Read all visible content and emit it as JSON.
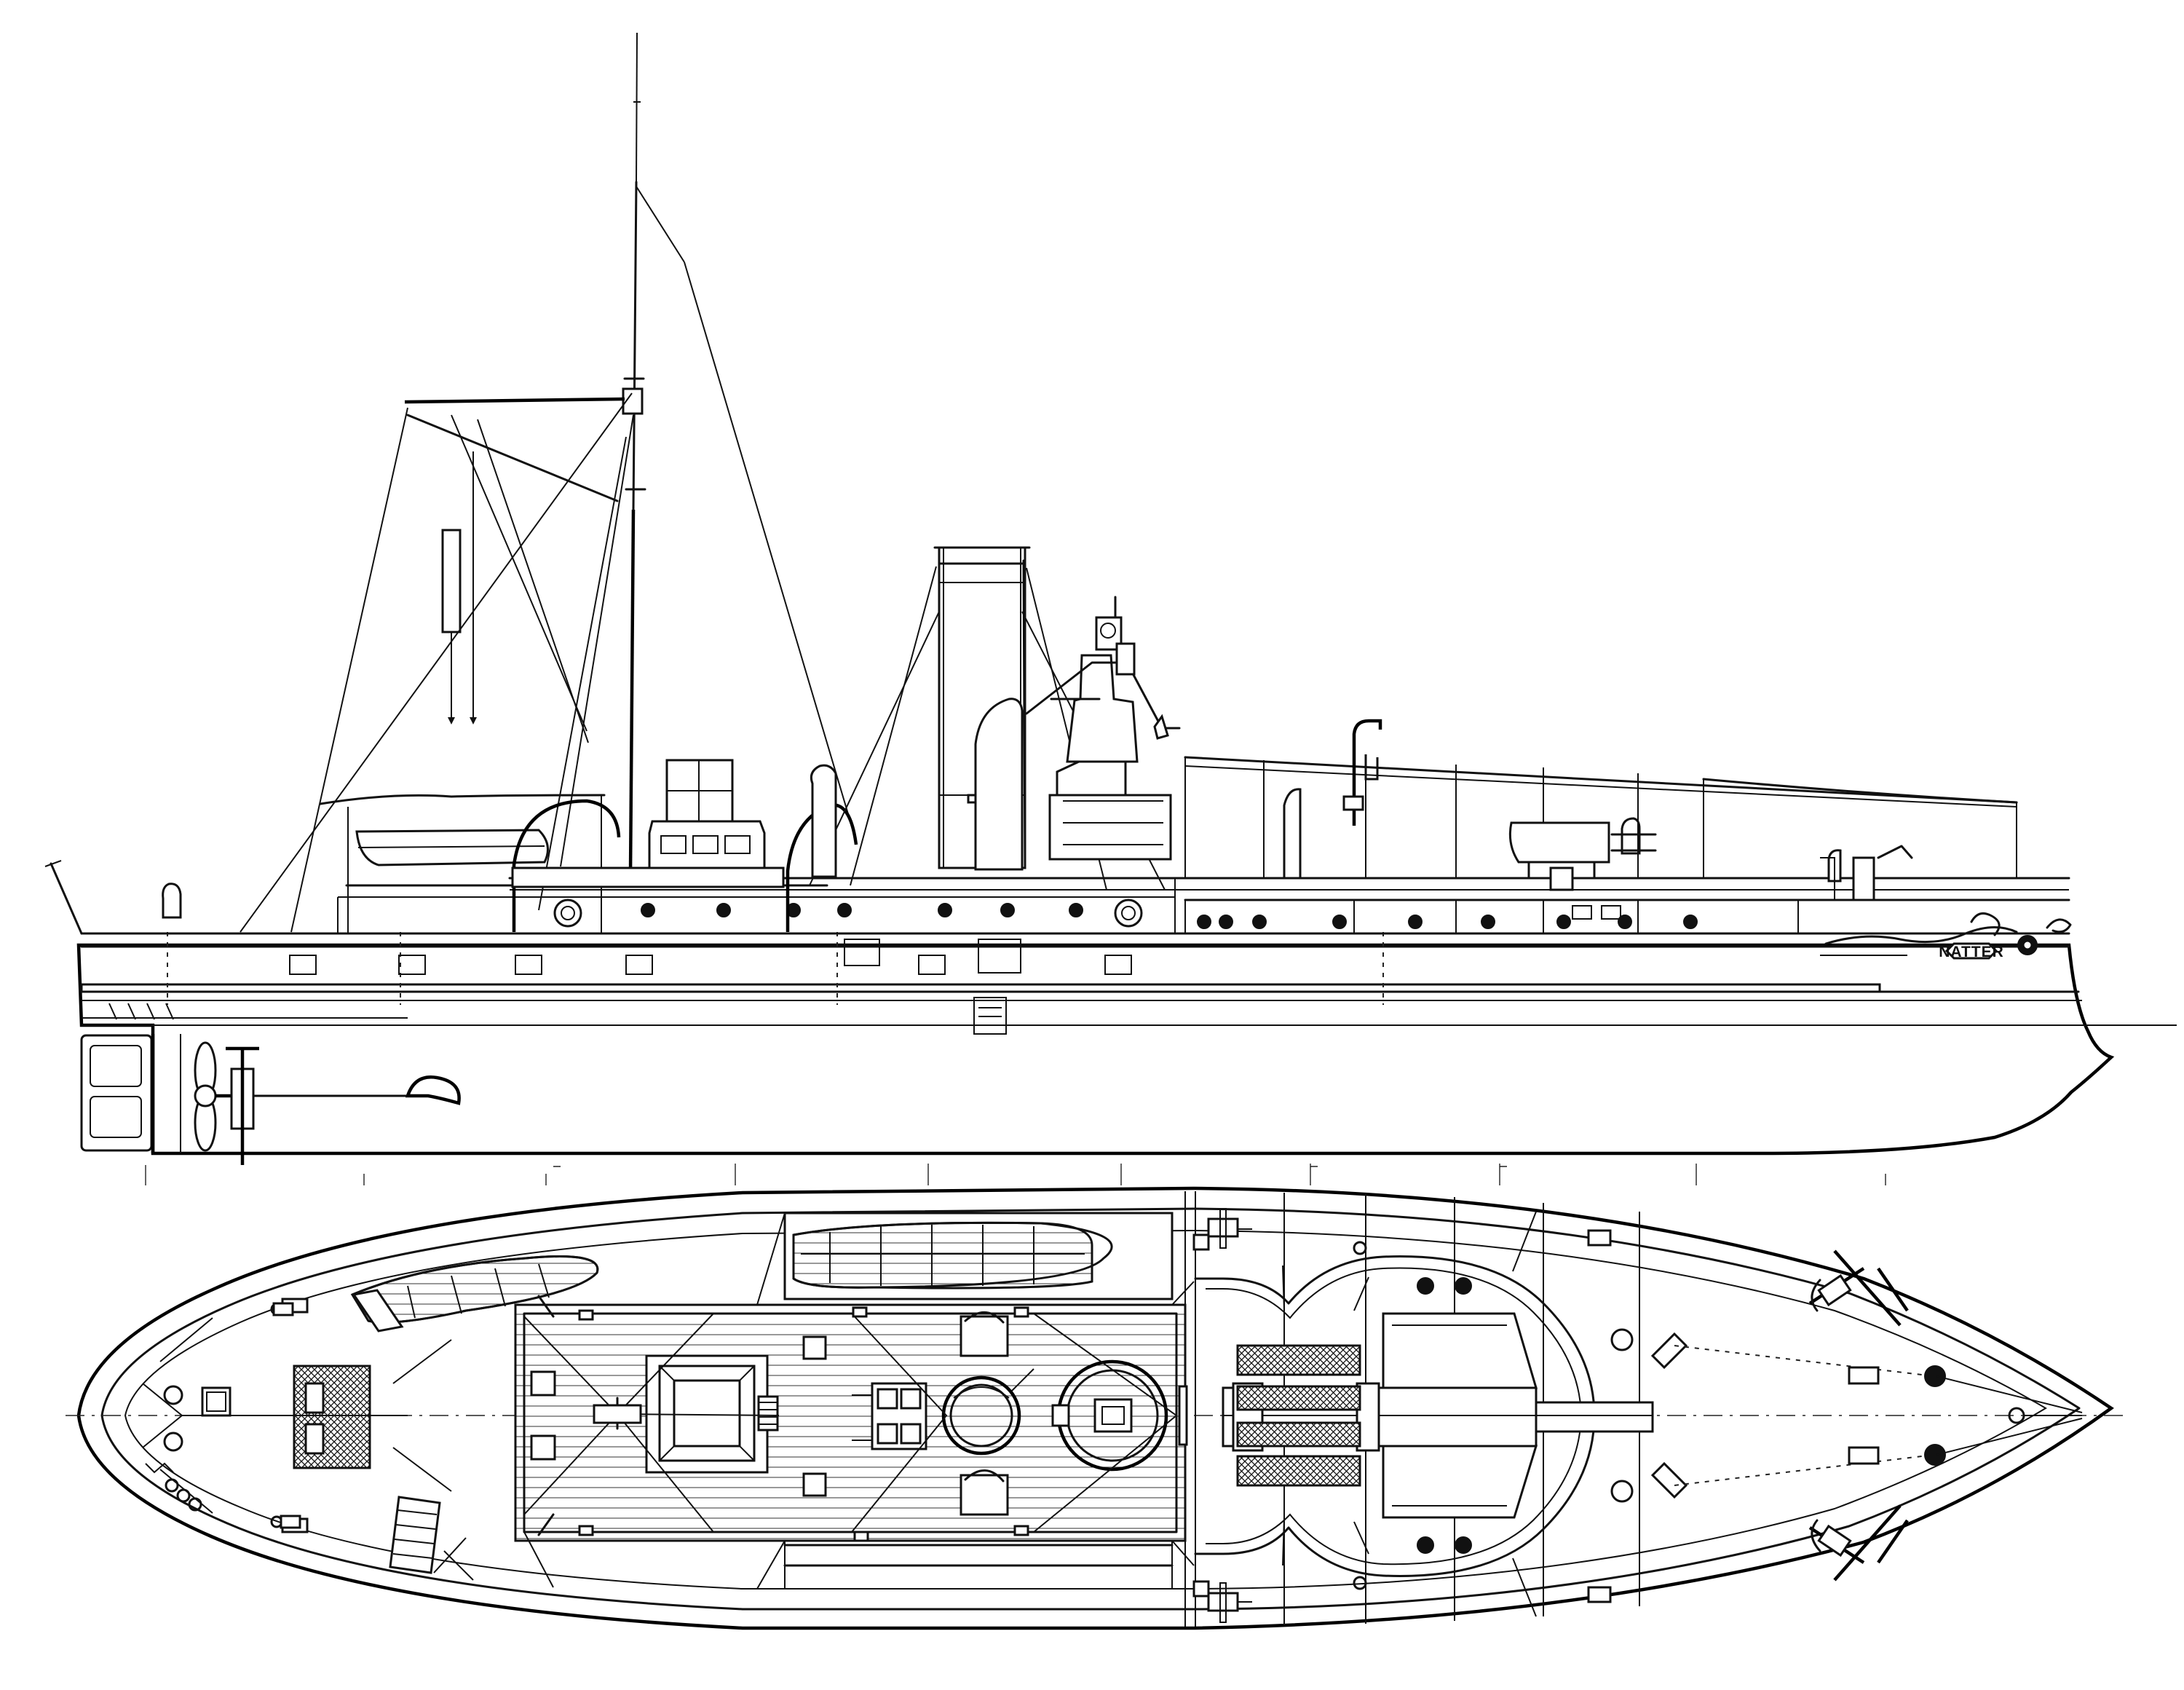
{
  "drawing": {
    "views": [
      "profile",
      "deck-plan"
    ],
    "hull_name": "NATTER"
  },
  "colors": {
    "ink": "#111111",
    "paper": "#ffffff"
  }
}
